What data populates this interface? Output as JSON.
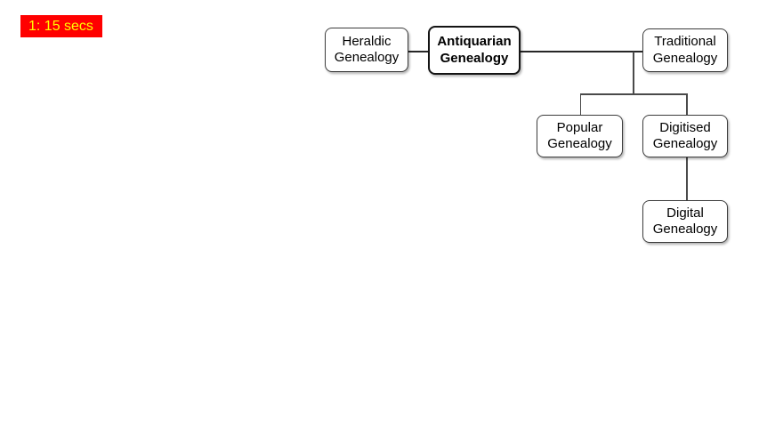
{
  "badge": {
    "label": "1: 15 secs",
    "bg_color": "#FF0000",
    "text_color": "#FFFF00"
  },
  "diagram": {
    "nodes": [
      {
        "id": "heraldic",
        "label": "Heraldic\nGenealogy",
        "emphasis": false
      },
      {
        "id": "antiquarian",
        "label": "Antiquarian\nGenealogy",
        "emphasis": true
      },
      {
        "id": "traditional",
        "label": "Traditional\nGenealogy",
        "emphasis": false
      },
      {
        "id": "popular",
        "label": "Popular\nGenealogy",
        "emphasis": false
      },
      {
        "id": "digitised",
        "label": "Digitised\nGenealogy",
        "emphasis": false
      },
      {
        "id": "digital",
        "label": "Digital\nGenealogy",
        "emphasis": false
      }
    ],
    "edges": [
      {
        "from": "heraldic",
        "to": "antiquarian",
        "style": "thick"
      },
      {
        "from": "antiquarian",
        "to": "traditional",
        "style": "thick"
      },
      {
        "from": "traditional",
        "to": "popular",
        "style": "thin"
      },
      {
        "from": "traditional",
        "to": "digitised",
        "style": "thin"
      },
      {
        "from": "digitised",
        "to": "digital",
        "style": "thin"
      }
    ],
    "colors": {
      "node_fill": "#FFFFFF",
      "node_border": "#3D3D3D",
      "emphasis_border": "#141414",
      "connector_thick": "#262626",
      "connector_thin": "#4A4A4A"
    }
  }
}
